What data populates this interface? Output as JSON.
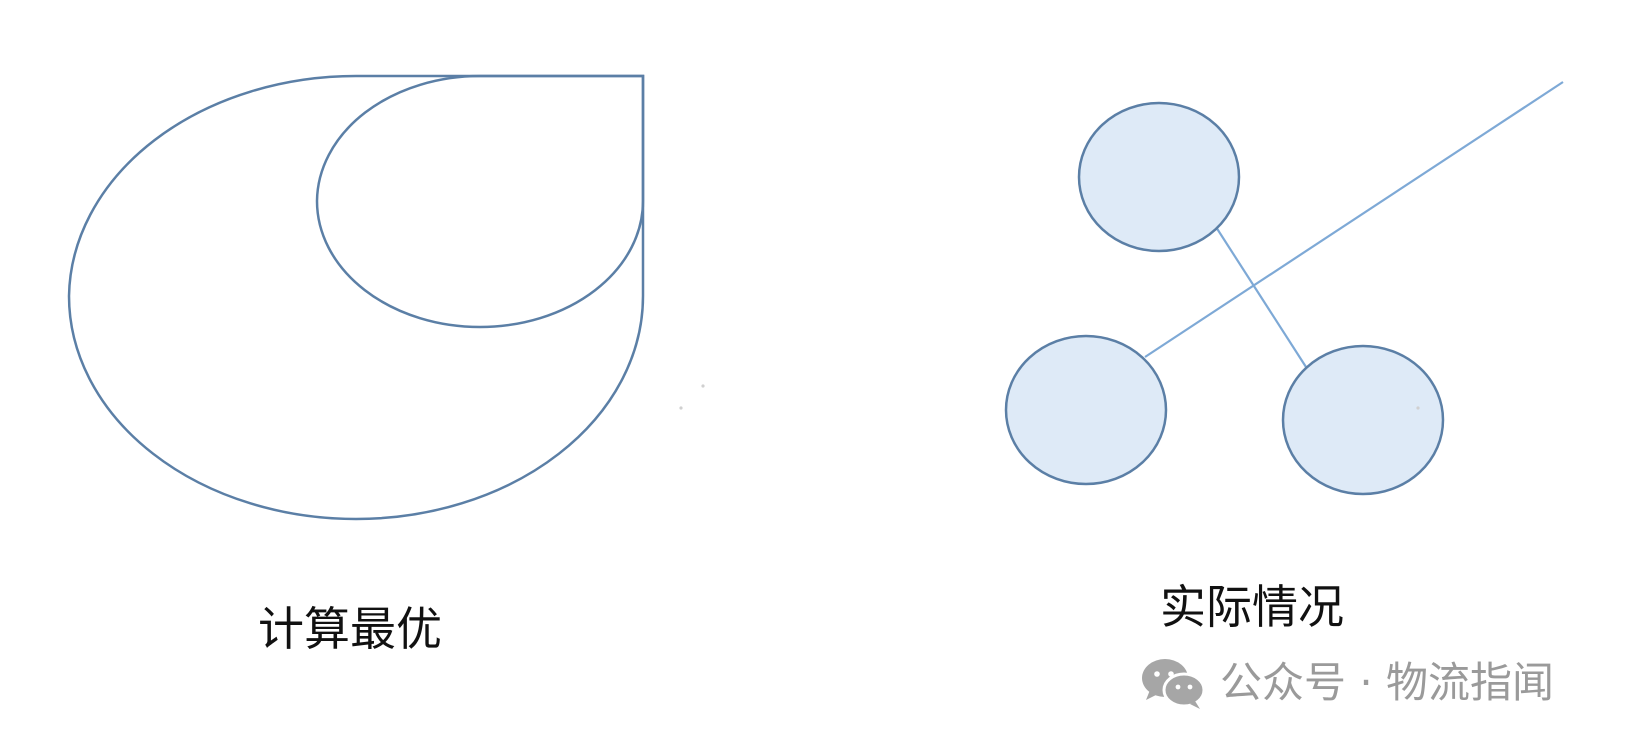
{
  "captions": {
    "left": "计算最优",
    "right": "实际情况"
  },
  "watermark": {
    "text": "公众号 · 物流指闻",
    "icon": "wechat-icon"
  },
  "colors": {
    "outline": "#5b7fa6",
    "node_fill": "#deeaf7",
    "connector": "#7ea9d6",
    "watermark": "#9a9a9a"
  }
}
